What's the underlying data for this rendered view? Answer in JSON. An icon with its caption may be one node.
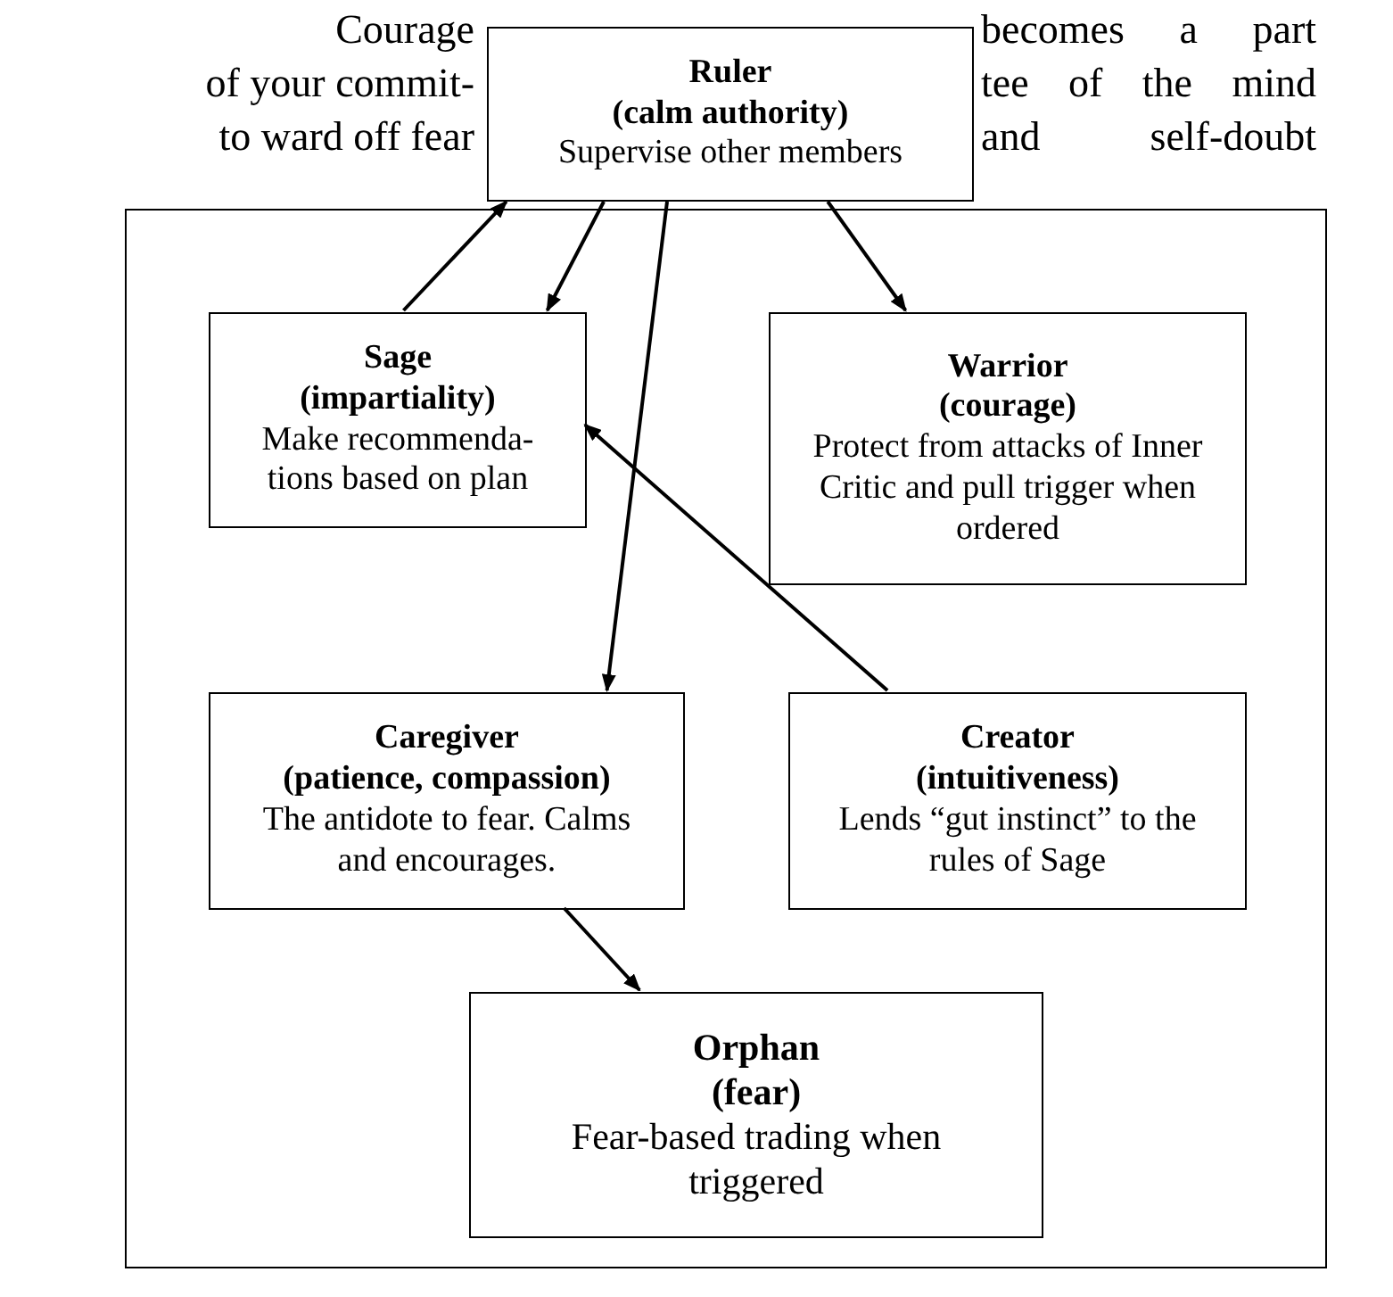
{
  "diagram": {
    "nodes": [
      {
        "text": [
          "Ruler",
          "(calm authority)",
          "Supervise other members"
        ]
      },
      {
        "text": [],
        "shape": "box"
      },
      {
        "text": [
          "Sage",
          "(impartiality)",
          "Make recommenda- tions based on plan"
        ],
        "in": 1
      },
      {
        "text": [
          "Warrior",
          "(courage)",
          "Protect from attacks of Inner Critic and pull trigger when ordered"
        ],
        "in": 1
      },
      {
        "text": [
          "Caregiver",
          "(patience, compassion)",
          "The antidote to fear.  Calms and encourages."
        ],
        "in": 1
      },
      {
        "text": [
          "Creator",
          "(intuitiveness)",
          "Lends “gut instinct” to the rules of Sage"
        ],
        "in": 1
      },
      {
        "text": [
          "Orphan",
          "(fear)",
          "Fear-based trading when triggered"
        ],
        "in": 1
      }
    ],
    "edges": [
      {
        "from": 2,
        "to": 0,
        "arrow": "to"
      },
      {
        "from": 0,
        "to": 2,
        "arrow": "to"
      },
      {
        "from": 0,
        "to": 3,
        "arrow": "to"
      },
      {
        "from": 0,
        "to": 4,
        "arrow": "to"
      },
      {
        "from": 5,
        "to": 2,
        "arrow": "to"
      },
      {
        "from": 4,
        "to": 6,
        "arrow": "to"
      }
    ],
    "labels": [
      "Courage",
      "becomes a part",
      "of your commit-",
      "tee of the mind",
      "to ward off fear",
      "and self-doubt"
    ]
  }
}
